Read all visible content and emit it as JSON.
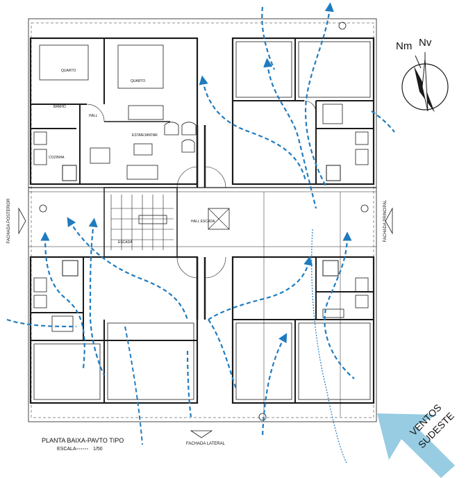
{
  "drawing": {
    "title": "PLANTA BAIXA-PAVTO TIPO",
    "scale_label": "ESCALA",
    "scale_value": "1/50",
    "facade_lateral": "FACHADA LATERAL",
    "facade_posterior": "FACHADA POSTERIOR",
    "facade_principal": "FACHADA PRINCIPAL"
  },
  "north": {
    "magnetic": "Nm",
    "true": "Nv"
  },
  "wind": {
    "line1": "VENTOS",
    "line2": "SUDESTE"
  },
  "rooms": {
    "quarto": "QUARTO",
    "banho": "BANHO",
    "cozinha": "COZINHA",
    "hall": "HALL",
    "estar": "ESTAR/JANTAR",
    "escada": "ESCADA",
    "hall_escada": "HALL ESCADA"
  },
  "colors": {
    "wall": "#1a1a1a",
    "wind_path": "#1f7bbf",
    "wind_arrow": "#8ec8df"
  }
}
